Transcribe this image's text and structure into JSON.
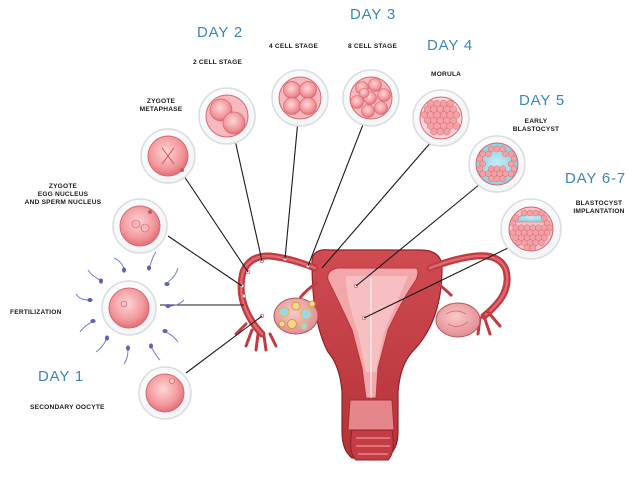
{
  "days": {
    "day1": "Day 1",
    "day2": "Day 2",
    "day3": "Day 3",
    "day4": "Day 4",
    "day5": "Day 5",
    "day67": "Day 6-7"
  },
  "stages": {
    "secondary_oocyte": "Secondary Oocyte",
    "fertilization": "Fertilization",
    "zygote_nuclei_line1": "Zygote",
    "zygote_nuclei_line2": "egg nucleus",
    "zygote_nuclei_line3": "and sperm nucleus",
    "zygote_metaphase_line1": "Zygote",
    "zygote_metaphase_line2": "metaphase",
    "two_cell": "2 cell stage",
    "four_cell": "4 cell stage",
    "eight_cell": "8 cell stage",
    "morula": "Morula",
    "early_blastocyst_line1": "Early",
    "early_blastocyst_line2": "blastocyst",
    "implantation_line1": "Blastocyst",
    "implantation_line2": "implantation"
  },
  "colors": {
    "day_label": "#3a86b8",
    "tissue": "#c8434a",
    "cell": "#f08e94",
    "blastocoel": "#8fd0e0"
  }
}
